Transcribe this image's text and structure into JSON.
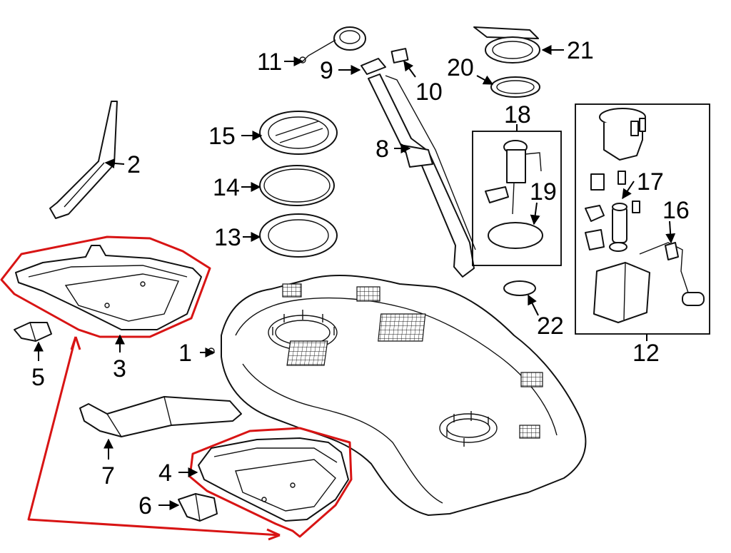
{
  "diagram": {
    "title": "Fuel tank assembly exploded view",
    "highlight_color": "#d81414",
    "line_color": "#111111",
    "callouts": {
      "c1": "1",
      "c2": "2",
      "c3": "3",
      "c4": "4",
      "c5": "5",
      "c6": "6",
      "c7": "7",
      "c8": "8",
      "c9": "9",
      "c10": "10",
      "c11": "11",
      "c12": "12",
      "c13": "13",
      "c14": "14",
      "c15": "15",
      "c16": "16",
      "c17": "17",
      "c18": "18",
      "c19": "19",
      "c20": "20",
      "c21": "21",
      "c22": "22"
    }
  }
}
